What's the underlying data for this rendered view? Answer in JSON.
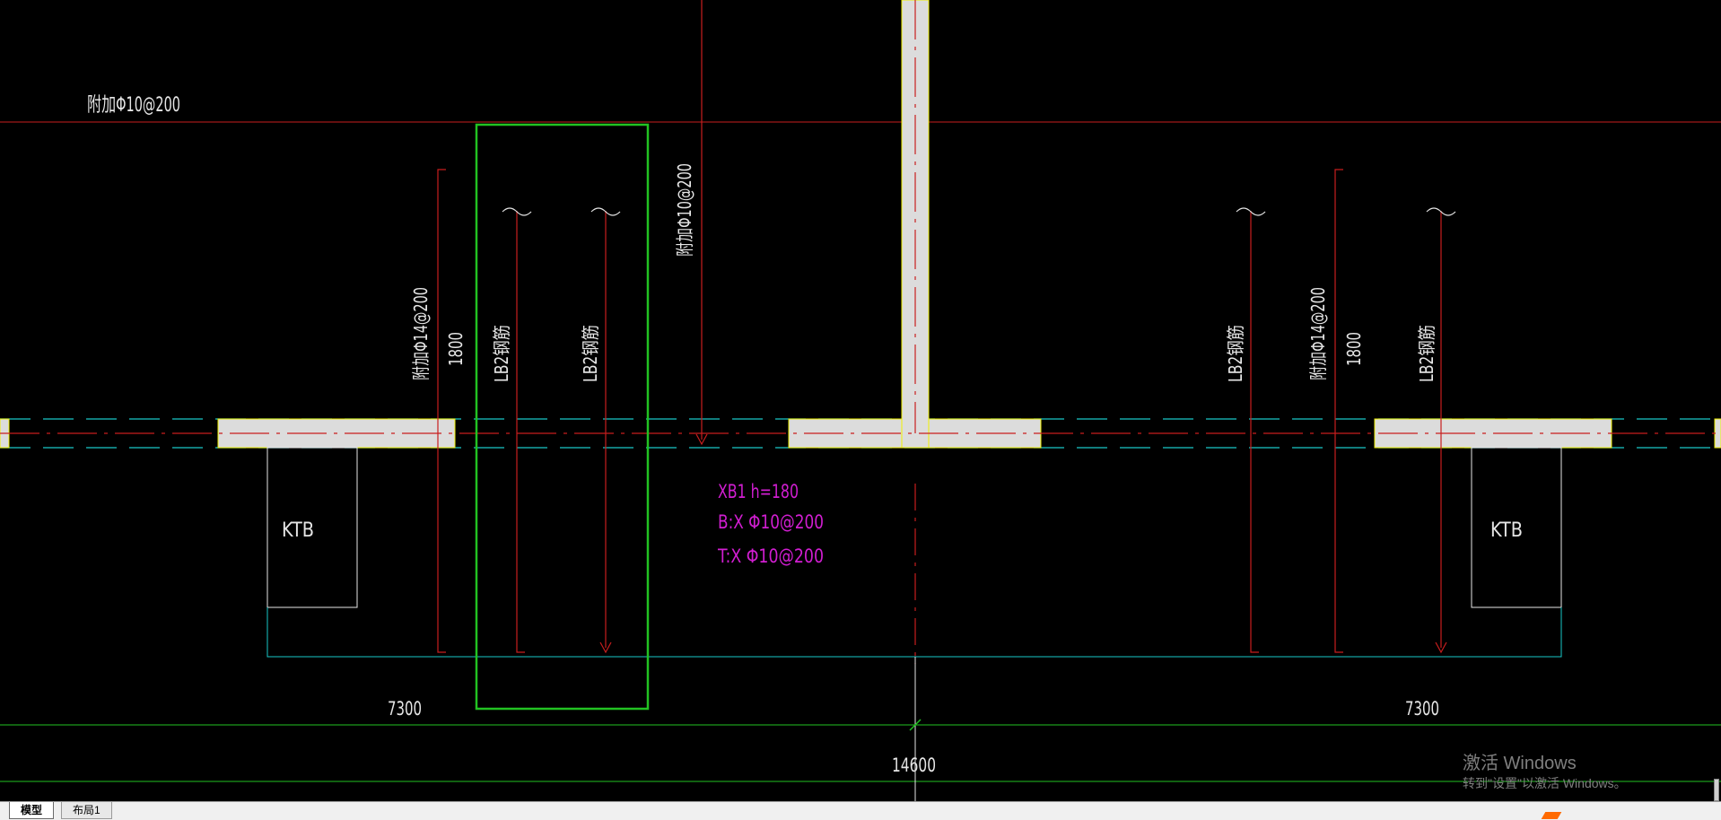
{
  "drawing": {
    "note_top_left": "附加Φ10@200",
    "note_vertical_mid": "附加Φ10@200",
    "label_add_14_left": "附加Φ14@200",
    "label_add_14_right": "附加Φ14@200",
    "dim_1800_left": "1800",
    "dim_1800_right": "1800",
    "lb2_labels": [
      "LB2钢筋",
      "LB2钢筋",
      "LB2钢筋",
      "LB2钢筋"
    ],
    "ktb_left": "KTB",
    "ktb_right": "KTB",
    "slab_info": [
      "XB1 h=180",
      "B:X  Φ10@200",
      "T:X  Φ10@200"
    ],
    "dim_7300_left": "7300",
    "dim_7300_right": "7300",
    "dim_14600": "14600"
  },
  "tabs": [
    {
      "label": "模型",
      "active": true
    },
    {
      "label": "布局1",
      "active": false
    }
  ],
  "watermark": {
    "title": "激活 Windows",
    "subtitle": "转到\"设置\"以激活 Windows。"
  },
  "colors": {
    "background": "#000000",
    "red": "#c81e1e",
    "cyan": "#19c8c8",
    "green": "#22c222",
    "magenta": "#d21ed2",
    "white": "#e6e6e6",
    "wall_fill": "#dcdcdc",
    "wall_edge": "#f0f000"
  }
}
